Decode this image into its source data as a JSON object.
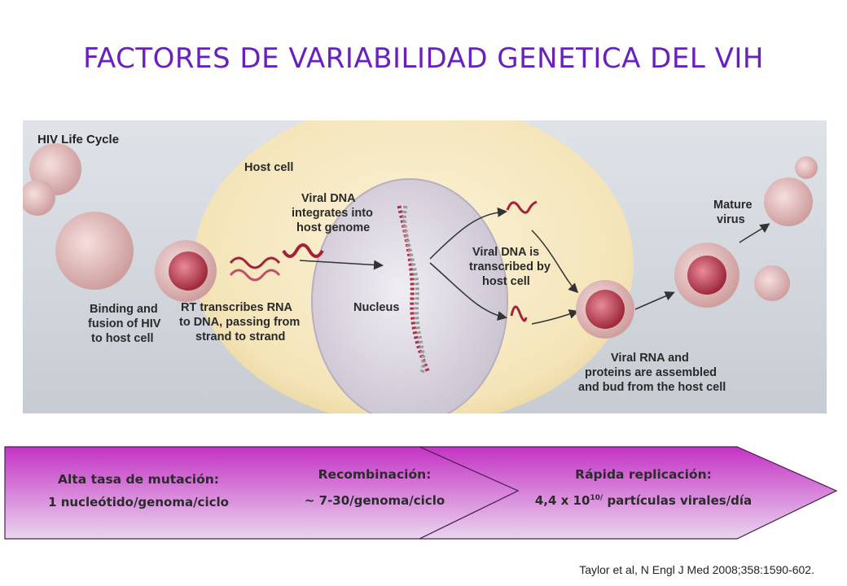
{
  "title": "FACTORES DE VARIABILIDAD GENETICA DEL VIH",
  "figure": {
    "heading": "HIV Life Cycle",
    "labels": {
      "host_cell": "Host cell",
      "viral_dna_1": "Viral DNA",
      "viral_dna_2": "integrates into",
      "viral_dna_3": "host genome",
      "nucleus": "Nucleus",
      "binding_1": "Binding and",
      "binding_2": "fusion of HIV",
      "binding_3": "to host cell",
      "rt_1": "RT transcribes RNA",
      "rt_2": "to DNA, passing from",
      "rt_3": "strand to strand",
      "transcribed_1": "Viral DNA is",
      "transcribed_2": "transcribed by",
      "transcribed_3": "host cell",
      "mature_1": "Mature",
      "mature_2": "virus",
      "assembled_1": "Viral RNA and",
      "assembled_2": "proteins are assembled",
      "assembled_3": "and bud from the host cell"
    }
  },
  "factors": [
    {
      "heading": "Alta tasa de mutación:",
      "value": "1 nucleótido/genoma/ciclo"
    },
    {
      "heading": "Recombinación:",
      "value": "~ 7-30/genoma/ciclo"
    },
    {
      "heading": "Rápida replicación:",
      "value_prefix": "4,4 x 10",
      "value_sup": "10/",
      "value_suffix": " partículas virales/día"
    }
  ],
  "citation": "Taylor et al, N Engl J Med 2008;358:1590-602.",
  "colors": {
    "title": "#6a1fc0",
    "arrow_top": "#c432c4",
    "arrow_bottom": "#e8d6ee"
  }
}
